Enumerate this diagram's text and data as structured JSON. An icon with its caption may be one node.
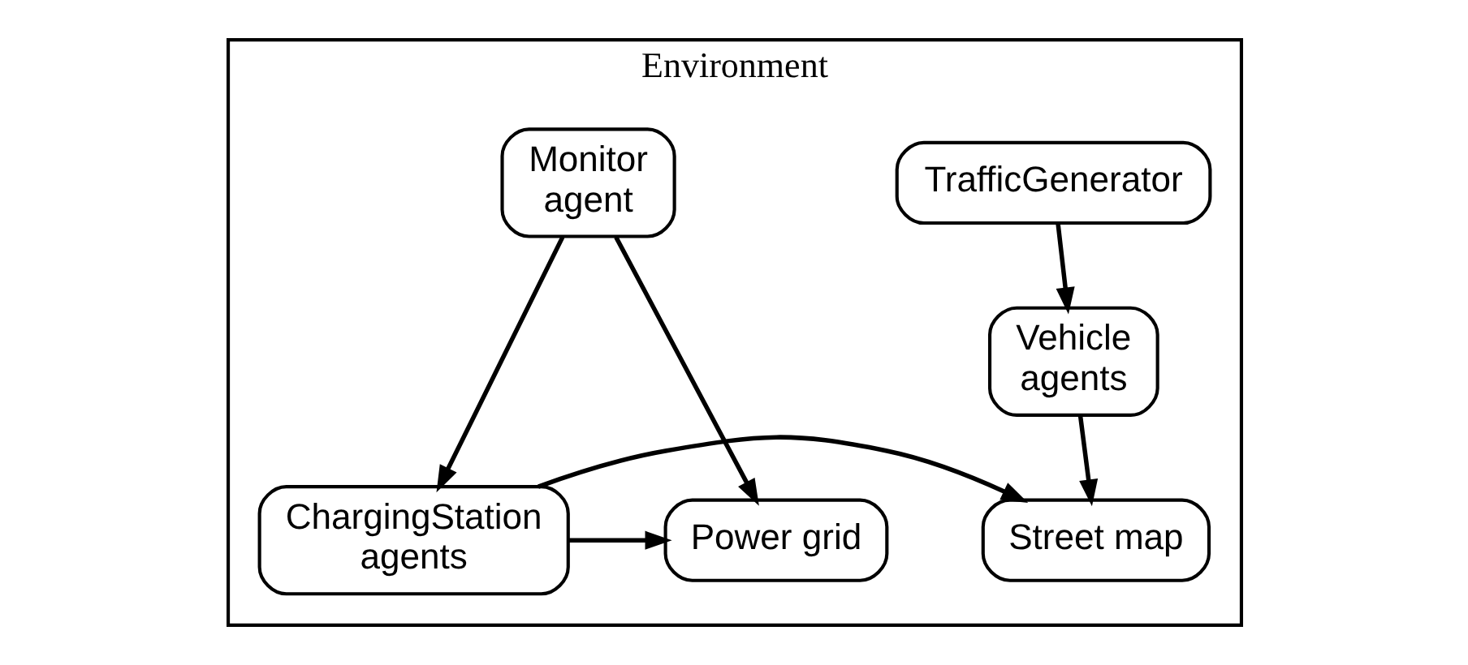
{
  "diagram": {
    "nodes": [
      {
        "text": [
          "Environment"
        ]
      },
      {
        "text": [
          "TrafficGenerator"
        ],
        "in": 0
      },
      {
        "text": [
          "Vehicle agents"
        ],
        "in": 0
      },
      {
        "text": [
          "Street map"
        ],
        "in": 0
      },
      {
        "text": [
          "Monitor agent"
        ],
        "in": 0
      },
      {
        "text": [
          "ChargingStation agents"
        ],
        "in": 0
      },
      {
        "text": [
          "Power grid"
        ],
        "in": 0
      }
    ],
    "edges": [
      {
        "from": 1,
        "to": 2,
        "arrow": "to"
      },
      {
        "from": 2,
        "to": 3,
        "arrow": "to"
      },
      {
        "from": 4,
        "to": 5,
        "arrow": "to"
      },
      {
        "from": 4,
        "to": 6,
        "arrow": "to"
      },
      {
        "from": 5,
        "to": 3,
        "arrow": "to"
      },
      {
        "from": 5,
        "to": 6,
        "arrow": "to"
      }
    ]
  }
}
